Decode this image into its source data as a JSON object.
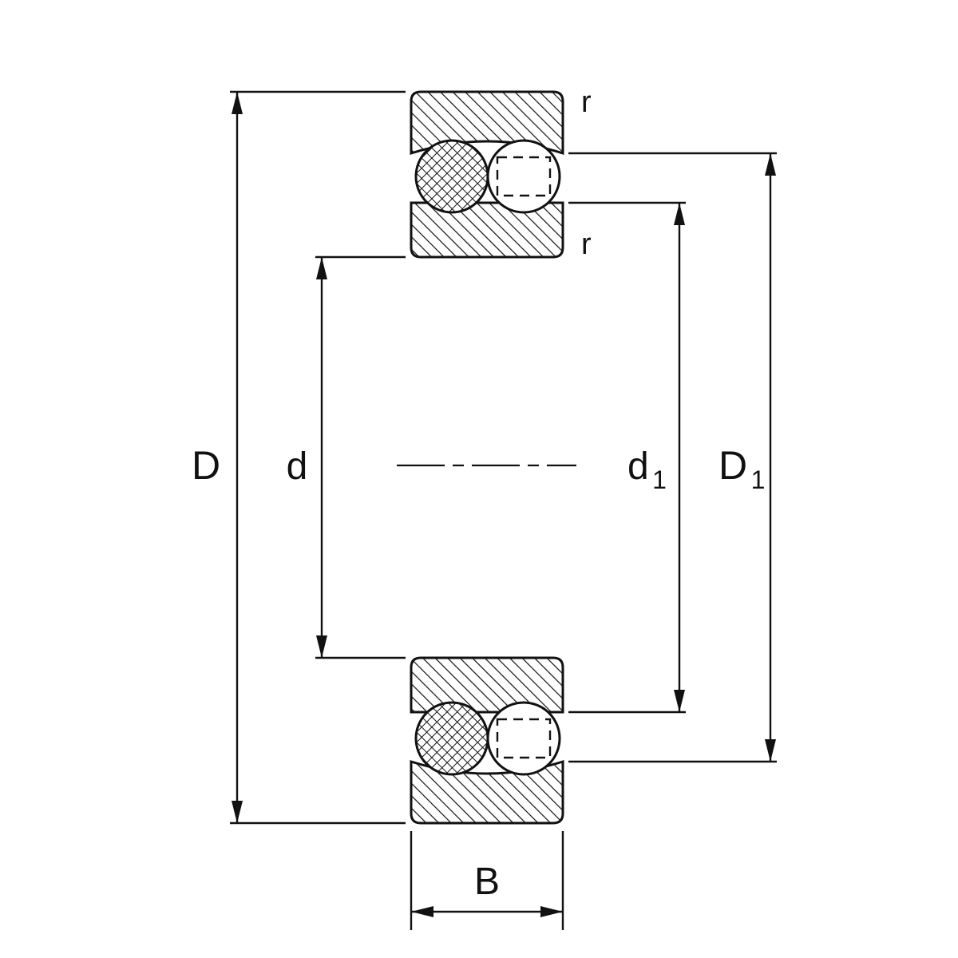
{
  "diagram": {
    "background": "#ffffff",
    "line_color": "#111111",
    "labels": {
      "D": "D",
      "d": "d",
      "d1_base": "d",
      "d1_sub": "1",
      "D1_base": "D",
      "D1_sub": "1",
      "B": "B",
      "r_top": "r",
      "r_bottom": "r"
    }
  }
}
